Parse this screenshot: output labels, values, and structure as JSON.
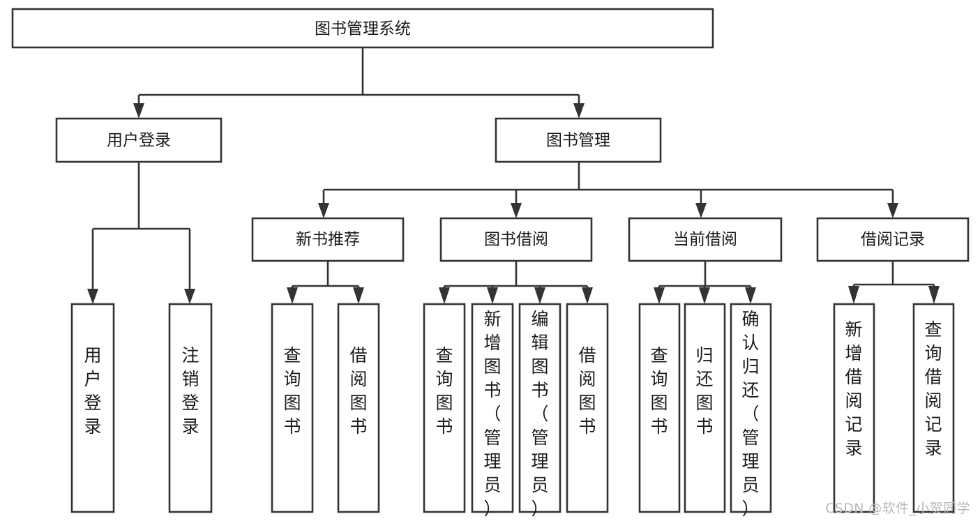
{
  "diagram": {
    "type": "tree-hierarchy-chart",
    "title": "图书管理系统",
    "watermark": "CSDN @软件_小贺同学",
    "colors": {
      "stroke": "#333333",
      "fill": "#ffffff",
      "text": "#1a1a1a",
      "watermark": "#b9b9b9",
      "background": "#ffffff"
    },
    "levels": [
      {
        "level": 1,
        "nodes": [
          {
            "id": "root",
            "label": "图书管理系统",
            "orientation": "horizontal"
          }
        ]
      },
      {
        "level": 2,
        "nodes": [
          {
            "id": "login",
            "label": "用户登录",
            "orientation": "horizontal",
            "parent": "root"
          },
          {
            "id": "bookmgmt",
            "label": "图书管理",
            "orientation": "horizontal",
            "parent": "root"
          }
        ]
      },
      {
        "level": 3,
        "nodes": [
          {
            "id": "newbook",
            "label": "新书推荐",
            "orientation": "horizontal",
            "parent": "bookmgmt"
          },
          {
            "id": "borrow",
            "label": "图书借阅",
            "orientation": "horizontal",
            "parent": "bookmgmt"
          },
          {
            "id": "current",
            "label": "当前借阅",
            "orientation": "horizontal",
            "parent": "bookmgmt"
          },
          {
            "id": "records",
            "label": "借阅记录",
            "orientation": "horizontal",
            "parent": "bookmgmt"
          }
        ]
      },
      {
        "level": 4,
        "nodes": [
          {
            "id": "leaf-1",
            "label": "用户登录",
            "orientation": "vertical",
            "parent": "login"
          },
          {
            "id": "leaf-2",
            "label": "注销登录",
            "orientation": "vertical",
            "parent": "login"
          },
          {
            "id": "leaf-3",
            "label": "查询图书",
            "orientation": "vertical",
            "parent": "newbook"
          },
          {
            "id": "leaf-4",
            "label": "借阅图书",
            "orientation": "vertical",
            "parent": "newbook"
          },
          {
            "id": "leaf-5",
            "label": "查询图书",
            "orientation": "vertical",
            "parent": "borrow"
          },
          {
            "id": "leaf-6",
            "label": "新增图书（管理员）",
            "orientation": "vertical",
            "parent": "borrow"
          },
          {
            "id": "leaf-7",
            "label": "编辑图书（管理员）",
            "orientation": "vertical",
            "parent": "borrow"
          },
          {
            "id": "leaf-8",
            "label": "借阅图书",
            "orientation": "vertical",
            "parent": "borrow"
          },
          {
            "id": "leaf-9",
            "label": "查询图书",
            "orientation": "vertical",
            "parent": "current"
          },
          {
            "id": "leaf-10",
            "label": "归还图书",
            "orientation": "vertical",
            "parent": "current"
          },
          {
            "id": "leaf-11",
            "label": "确认归还（管理员）",
            "orientation": "vertical",
            "parent": "current"
          },
          {
            "id": "leaf-12",
            "label": "新增借阅记录",
            "orientation": "vertical",
            "parent": "records"
          },
          {
            "id": "leaf-13",
            "label": "查询借阅记录",
            "orientation": "vertical",
            "parent": "records"
          }
        ]
      }
    ]
  }
}
